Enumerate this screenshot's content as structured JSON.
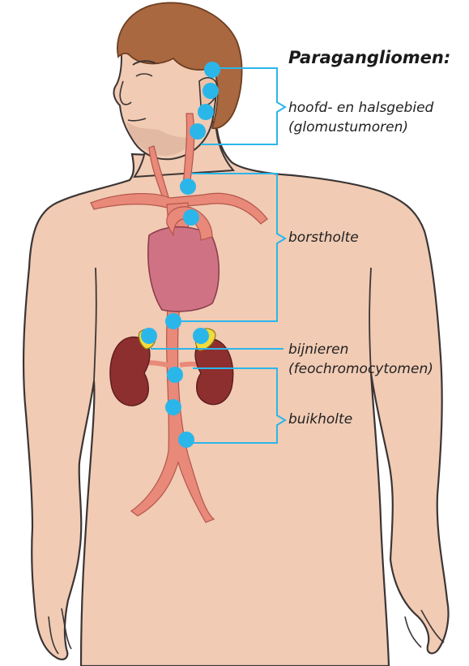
{
  "title": "Paragangliomen:",
  "labels": {
    "head_neck_line1": "hoofd- en halsgebied",
    "head_neck_line2": "(glomustumoren)",
    "chest": "borstholte",
    "adrenal_line1": "bijnieren",
    "adrenal_line2": "(feochromocytomen)",
    "abdomen": "buikholte"
  },
  "colors": {
    "skin": "#f1cbb4",
    "outline": "#3b3535",
    "hair": "#a9683f",
    "artery": "#e8897a",
    "heart": "#cf7384",
    "kidney": "#8e2f2f",
    "adrenal": "#f2dc3c",
    "dot": "#2bb6ea",
    "bracket": "#2bb6ea"
  }
}
